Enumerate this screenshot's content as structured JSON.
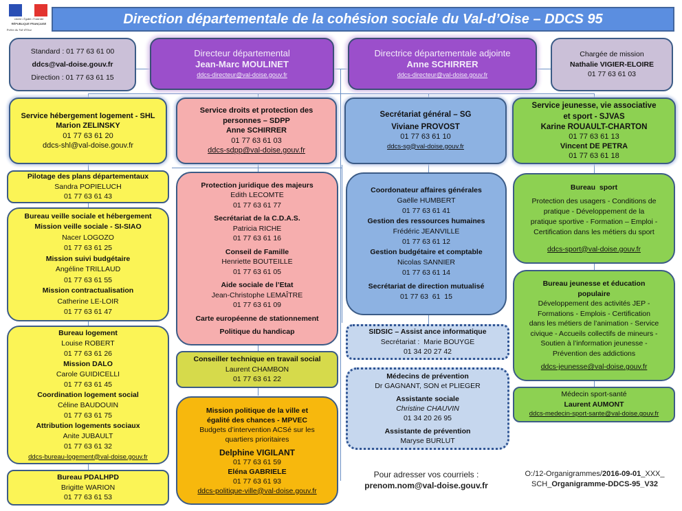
{
  "header": {
    "logo": {
      "line1": "Liberté • Égalité • Fraternité",
      "line2": "RÉPUBLIQUE FRANÇAISE",
      "line3": "Préfet du Val-d'Oise",
      "flag_colors": [
        "#2a4fb5",
        "#ffffff",
        "#e3342f"
      ]
    },
    "title": "Direction départementale de la cohésion sociale du Val-d’Oise – DDCS 95"
  },
  "top_row": {
    "contact": {
      "standard": "Standard : 01 77 63 61 00",
      "email": "ddcs@val-doise.gouv.fr",
      "direction": "Direction : 01 77 63 61 15"
    },
    "director": {
      "role": "Directeur départemental",
      "name": "Jean-Marc MOULINET",
      "email": "ddcs-directeur@val-doise.gouv.fr"
    },
    "deputy": {
      "role": "Directrice départementale adjointe",
      "name": "Anne SCHIRRER",
      "email": "ddcs-directeur@val-doise.gouv.fr"
    },
    "mission": {
      "role": "Chargée de mission",
      "name": "Nathalie VIGIER-ELOIRE",
      "phone": "01 77 63 61 03"
    }
  },
  "shl": {
    "head": {
      "title": "Service hébergement logement - SHL",
      "name": "Marion ZELINSKY",
      "phone": "01 77 63 61 20",
      "email": "ddcs-shl@val-doise.gouv.fr"
    },
    "pilotage": {
      "title": "Pilotage des plans départementaux",
      "name": "Sandra POPIELUCH",
      "phone": "01 77 63 61 43"
    },
    "veille": {
      "title": "Bureau veille sociale et hébergement",
      "items": [
        {
          "title": "Mission veille sociale - SI-SIAO",
          "name": "Nacer LOGOZO",
          "phone": "01 77 63 61 25"
        },
        {
          "title": "Mission suivi budgétaire",
          "name": "Angéline TRILLAUD",
          "phone": "01 77 63 61 55"
        },
        {
          "title": "Mission contractualisation",
          "name": "Catherine LE-LOIR",
          "phone": "01 77 63 61 47"
        }
      ]
    },
    "logement": {
      "items": [
        {
          "title": "Bureau logement",
          "name": "Louise ROBERT",
          "phone": "01 77 63 61 26"
        },
        {
          "title": "Mission DALO",
          "name": "Carole GUIDICELLI",
          "phone": "01 77 63 61 45"
        },
        {
          "title": "Coordination logement social",
          "name": "Céline BAUDOUIN",
          "phone": "01 77 63 61 75"
        },
        {
          "title": "Attribution logements sociaux",
          "name": "Anite JUBAULT",
          "phone": "01 77 63 61 32"
        }
      ],
      "email": "ddcs-bureau-logement@val-doise.gouv.fr"
    },
    "pdalhpd": {
      "title": "Bureau PDALHPD",
      "name": "Brigitte WARION",
      "phone": "01 77 63 61 53"
    }
  },
  "sdpp": {
    "head": {
      "title_l1": "Service droits et protection des",
      "title_l2": "personnes – SDPP",
      "name": "Anne SCHIRRER",
      "phone": "01 77 63 61 03",
      "email": "ddcs-sdpp@val-doise.gouv.fr"
    },
    "units": {
      "items": [
        {
          "title": "Protection juridique des majeurs",
          "name": "Edith LECOMTE",
          "phone": "01 77 63 61 77"
        },
        {
          "title": "Secrétariat de la C.D.A.S.",
          "name": "Patricia RICHE",
          "phone": "01 77 63 61 16"
        },
        {
          "title": "Conseil de Famille",
          "name": "Henriette BOUTEILLE",
          "phone": "01 77 63 61 05"
        },
        {
          "title": "Aide sociale de l’Etat",
          "name": "Jean-Christophe LEMAÎTRE",
          "phone": "01 77 63 61 09"
        }
      ],
      "extra1": "Carte européenne de stationnement",
      "extra2": "Politique du handicap"
    },
    "conseiller": {
      "title": "Conseiller technique en travail social",
      "name": "Laurent CHAMBON",
      "phone": "01 77 63 61 22"
    },
    "mpvec": {
      "title_l1": "Mission politique de la ville et",
      "title_l2": "égalité des chances - MPVEC",
      "desc_l1": "Budgets d’intervention ACSé sur les",
      "desc_l2": "quartiers prioritaires",
      "name1": "Delphine VIGILANT",
      "phone1": "01 77 63 61 59",
      "name2": "Eléna GABRIELE",
      "phone2": "01 77 63 61 93",
      "email": "ddcs-politique-ville@val-doise.gouv.fr"
    }
  },
  "sg": {
    "head": {
      "title": "Secrétariat  général – SG",
      "name": "Viviane PROVOST",
      "phone": "01 77 63 61 10",
      "email": "ddcs-sg@val-doise.gouv.fr"
    },
    "units": {
      "items": [
        {
          "title": "Coordonateur affaires générales",
          "name": "Gaëlle HUMBERT",
          "phone": "01 77 63 61 41"
        },
        {
          "title": "Gestion des ressources humaines",
          "name": "Frédéric JEANVILLE",
          "phone": "01 77 63 61 12"
        },
        {
          "title": "Gestion budgétaire et comptable",
          "name": "Nicolas SANNIER",
          "phone": "01 77 63 61 14"
        }
      ],
      "secretariat_title": "Secrétariat de direction mutualisé",
      "secretariat_phone": "01 77 63  61  15"
    },
    "sidsic": {
      "title": "SIDSIC – Assist ance informatique",
      "line": "Secrétariat :  Marie BOUYGE",
      "phone": "01 34 20 27 42"
    },
    "medecins": {
      "title": "Médecins de prévention",
      "names": "Dr GAGNANT, SON et PLIEGER",
      "social_title": "Assistante sociale",
      "social_name": "Christine CHAUVIN",
      "social_phone": "01 34 20 26 95",
      "prev_title": "Assistante de prévention",
      "prev_name": "Maryse BURLUT"
    }
  },
  "sjvas": {
    "head": {
      "title_l1": "Service jeunesse, vie associative",
      "title_l2": "et sport - SJVAS",
      "name1": "Karine ROUAULT-CHARTON",
      "phone1": "01 77 63 61 13",
      "name2": "Vincent DE PETRA",
      "phone2": "01 77 63 61 18"
    },
    "sport": {
      "title": "Bureau  sport",
      "desc_l1": "Protection des usagers - Conditions de",
      "desc_l2": "pratique - Développement de la",
      "desc_l3": "pratique sportive - Formation – Emploi -",
      "desc_l4": "Certification dans les métiers du sport",
      "email": "ddcs-sport@val-doise.gouv.fr"
    },
    "jeunesse": {
      "title_l1": "Bureau jeunesse et éducation",
      "title_l2": "populaire",
      "desc": [
        "Développement des activités JEP -",
        "Formations - Emplois - Certification",
        "dans les métiers de l’animation - Service",
        "civique - Accueils collectifs de mineurs -",
        "Soutien à l’information jeunesse -",
        "Prévention des addictions"
      ],
      "email": "ddcs-jeunesse@val-doise.gouv.fr"
    },
    "medecin": {
      "title": "Médecin sport-santé",
      "name": "Laurent AUMONT",
      "email": "ddcs-medecin-sport-sante@val-doise.gouv.fr"
    }
  },
  "footer": {
    "mail_label": "Pour adresser vos courriels :",
    "mail_pattern": "prenom.nom@val-doise.gouv.fr",
    "path_part1": "O:/12-Organigrammes/",
    "path_part2": "2016-09-01",
    "path_part3": "_XXX_",
    "path_part4": "SCH_",
    "path_part5": "Organigramme-DDCS-95_V32"
  }
}
